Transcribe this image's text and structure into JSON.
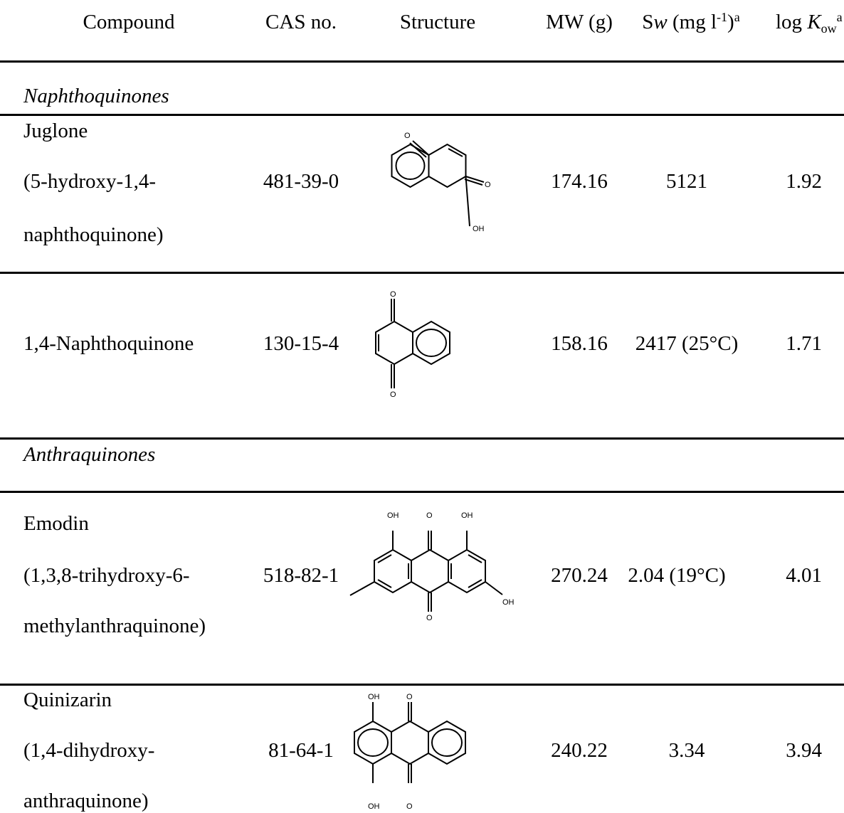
{
  "header": {
    "compound": "Compound",
    "cas": "CAS no.",
    "structure": "Structure",
    "mw": "MW (g)",
    "sw_pre": "S",
    "sw_w": "w",
    "sw_post": " (mg l",
    "sw_sup1": "-1",
    "sw_close": ")",
    "sw_sup2": "a",
    "kow_pre": "log ",
    "kow_k": "K",
    "kow_sub": "ow",
    "kow_sup": "a"
  },
  "sections": {
    "naphtho": "Naphthoquinones",
    "anthra": "Anthraquinones"
  },
  "rows": [
    {
      "name_lines": [
        "Juglone",
        "(5-hydroxy-1,4-",
        "naphthoquinone)"
      ],
      "cas": "481-39-0",
      "mw": "174.16",
      "sw": "5121",
      "kow": "1.92"
    },
    {
      "name_lines": [
        "1,4-Naphthoquinone"
      ],
      "cas": "130-15-4",
      "mw": "158.16",
      "sw": "2417 (25°C)",
      "kow": "1.71"
    },
    {
      "name_lines": [
        "Emodin",
        "(1,3,8-trihydroxy-6-",
        "methylanthraquinone)"
      ],
      "cas": "518-82-1",
      "mw": "270.24",
      "sw": "2.04 (19°C)",
      "kow": "4.01"
    },
    {
      "name_lines": [
        "Quinizarin",
        "(1,4-dihydroxy-",
        "anthraquinone)"
      ],
      "cas": "81-64-1",
      "mw": "240.22",
      "sw": "3.34",
      "kow": "3.94"
    }
  ],
  "atoms": {
    "o": "O",
    "oh": "OH"
  }
}
